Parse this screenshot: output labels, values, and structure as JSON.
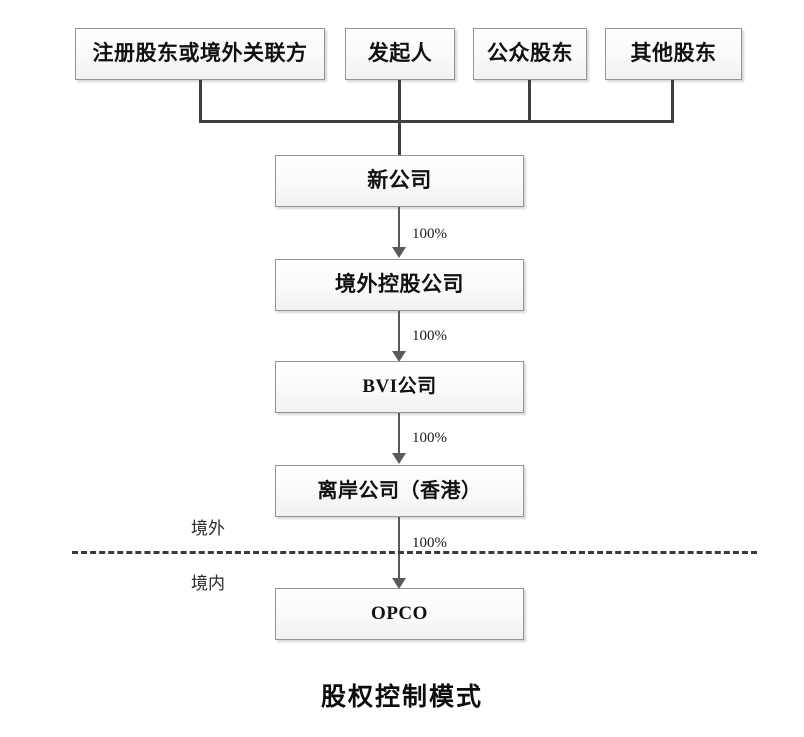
{
  "diagram": {
    "caption": "股权控制模式",
    "shareholders": [
      {
        "label": "注册股东或境外关联方"
      },
      {
        "label": "发起人"
      },
      {
        "label": "公众股东"
      },
      {
        "label": "其他股东"
      }
    ],
    "chain": [
      {
        "label": "新公司"
      },
      {
        "label": "境外控股公司"
      },
      {
        "label": "BVI公司"
      },
      {
        "label": "离岸公司（香港）"
      },
      {
        "label": "OPCO"
      }
    ],
    "edge_labels": {
      "newco_to_offshore_holding": "100%",
      "offshore_holding_to_bvi": "100%",
      "bvi_to_hk": "100%",
      "hk_to_opco": "100%"
    },
    "regions": {
      "offshore": "境外",
      "onshore": "境内"
    },
    "colors": {
      "box_border": "#949494",
      "connector": "#3e3e3e",
      "arrow": "#5a5a5a",
      "divider": "#3a3a3a",
      "text": "#111111"
    }
  }
}
